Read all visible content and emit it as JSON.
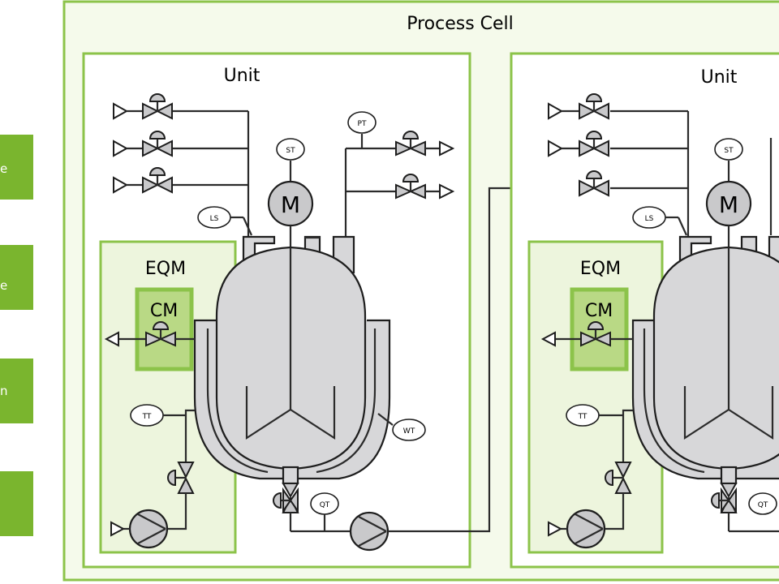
{
  "colors": {
    "green_border": "#8cc34a",
    "green_fill_light": "#f5faeb",
    "green_fill_mid": "#edf5dd",
    "green_dark": "#7ab52e",
    "cm_fill": "#b9d985",
    "vessel_gray": "#d7d7d9",
    "line": "#2b2b2b"
  },
  "sidebar": {
    "items": [
      {
        "text": "e"
      },
      {
        "text": "e"
      },
      {
        "text": "n"
      },
      {
        "text": ""
      }
    ]
  },
  "process_cell": {
    "title": "Process Cell"
  },
  "units": [
    {
      "title": "Unit",
      "eqm": {
        "title": "EQM",
        "cm": "CM"
      },
      "tags": {
        "st": "ST",
        "pt": "PT",
        "ls": "LS",
        "tt": "TT",
        "wt": "WT",
        "qt": "QT"
      },
      "motor": "M"
    },
    {
      "title": "Unit",
      "eqm": {
        "title": "EQM",
        "cm": "CM"
      },
      "tags": {
        "st": "ST",
        "ls": "LS",
        "tt": "TT",
        "qt": "QT"
      },
      "motor": "M"
    }
  ]
}
